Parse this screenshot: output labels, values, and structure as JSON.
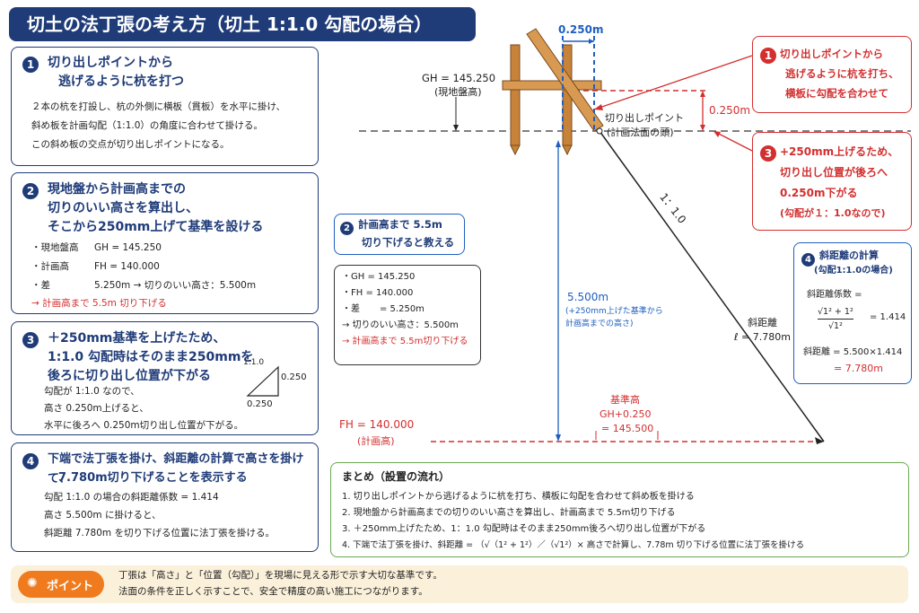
{
  "title": "切土の法丁張の考え方（切土 1:1.0 勾配の場合）",
  "card1": {
    "num": "1",
    "h1": "切り出しポイントから",
    "h2": "逃げるように杭を打つ",
    "l1": "２本の杭を打設し、杭の外側に横板（貫板）を水平に掛け、",
    "l2": "斜め板を計画勾配（1:1.0）の角度に合わせて掛ける。",
    "l3": "この斜め板の交点が切り出しポイントになる。"
  },
  "card2": {
    "num": "2",
    "h1": "現地盤から計画高までの",
    "h2": "切りのいい高さを算出し、",
    "h3": "そこから250mm上げて基準を設ける",
    "r1a": "・現地盤高",
    "r1b": "GH = 145.250",
    "r2a": "・計画高",
    "r2b": "FH = 140.000",
    "r3a": "・差",
    "r3b": "5.250m → 切りのいい高さ：5.500m",
    "r4": "→ 計画高まで 5.5m 切り下げる"
  },
  "card3": {
    "num": "3",
    "h1": "＋250mm基準を上げたため、",
    "h2": "1:1.0 勾配時はそのまま250mmを",
    "h3": "後ろに切り出し位置が下がる",
    "l1": "勾配が 1:1.0 なので、",
    "l2": "高さ 0.250m上げると、",
    "l3": "水平に後ろへ 0.250m切り出し位置が下がる。",
    "tri_ratio": "1:1.0",
    "tri_h": "0.250",
    "tri_w": "0.250"
  },
  "card4": {
    "num": "4",
    "h1": "下端で法丁張を掛け、斜距離の計算で高さを掛けて、",
    "h2": "7.780m切り下げることを表示する",
    "l1": "勾配 1:1.0 の場合の斜距離係数 = 1.414",
    "l2": "高さ 5.500m に掛けると、",
    "l3": "斜距離 7.780m を切り下げる位置に法丁張を掛ける。"
  },
  "callout2": {
    "num": "2",
    "l1": "計画高まで 5.5m",
    "l2": "切り下げると教える"
  },
  "calc": {
    "l1": "・GH = 145.250",
    "l2": "・FH = 140.000",
    "l3": "・差",
    "l3b": "= 5.250m",
    "l4": "→ 切りのいい高さ：5.500m",
    "l5": "→ 計画高まで 5.5m切り下げる"
  },
  "diagram": {
    "gh": "GH = 145.250",
    "gh_sub": "(現地盤高)",
    "top_dim": "0.250m",
    "side_dim": "0.250m",
    "cut_point": "切り出しポイント",
    "cut_point_sub": "(計画法面の頭)",
    "slope": "1：1.0",
    "height": "5.500m",
    "height_sub1": "(+250mm上げた基準から",
    "height_sub2": "計画高までの高さ)",
    "slant": "斜距離",
    "slant_val": "ℓ = 7.780m",
    "base": "基準高",
    "base_l2": "GH+0.250",
    "base_l3": "= 145.500",
    "fh": "FH = 140.000",
    "fh_sub": "(計画高)"
  },
  "rcall1": {
    "num": "1",
    "l1": "切り出しポイントから",
    "l2": "逃げるように杭を打ち、",
    "l3": "横板に勾配を合わせて"
  },
  "rcall3": {
    "num": "3",
    "l1": "+250mm上げるため、",
    "l2": "切り出し位置が後ろへ",
    "l3": "0.250m下がる",
    "l4": "(勾配が１：1.0なので)"
  },
  "rcall4": {
    "num": "4",
    "h1": "斜距離の計算",
    "h2": "(勾配1:1.0の場合)",
    "l1": "斜距離係数 =",
    "num_expr": "√1² + 1²",
    "den_expr": "√1²",
    "eq": "= 1.414",
    "l3": "斜距離 = 5.500×1.414",
    "l4": "= 7.780m"
  },
  "summary": {
    "title": "まとめ（設置の流れ）",
    "items": [
      "1. 切り出しポイントから逃げるように杭を打ち、横板に勾配を合わせて斜め板を掛ける",
      "2. 現地盤から計画高までの切りのいい高さを算出し、計画高まで 5.5m切り下げる",
      "3. ＋250mm上げたため、1：1.0 勾配時はそのまま250mm後ろへ切り出し位置が下がる",
      "4. 下端で法丁張を掛け、斜距離 = （√（1² + 1²）／（√1²）× 高さで計算し、7.78m 切り下げる位置に法丁張を掛ける"
    ]
  },
  "point": {
    "label": "ポイント",
    "l1": "丁張は「高さ」と「位置（勾配）」を現場に見える形で示す大切な基準です。",
    "l2": "法面の条件を正しく示すことで、安全で精度の高い施工につながります。"
  },
  "colors": {
    "navy": "#1f3b78",
    "red": "#d32f2f",
    "blue": "#1f5fbf",
    "green": "#6aa84f",
    "orange": "#f07b1e",
    "wood": "#c8833a"
  }
}
